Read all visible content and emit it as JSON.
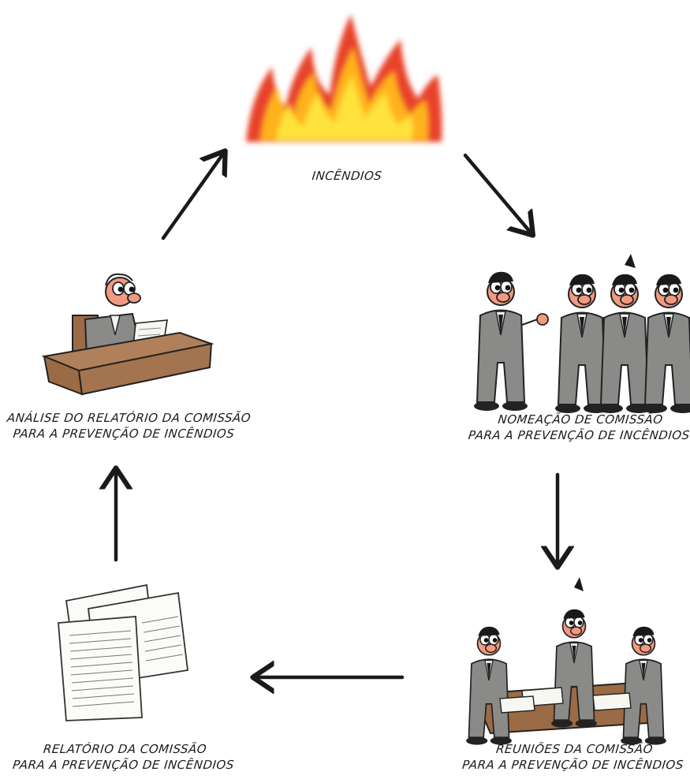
{
  "nodes": {
    "fire": {
      "label": "INCÊNDIOS",
      "icon": "fire-icon"
    },
    "appointment": {
      "line1": "NOMEAÇÃO DE COMISSÃO",
      "line2": "PARA A PREVENÇÃO DE INCÊNDIOS",
      "icon": "committee-group-icon"
    },
    "meetings": {
      "line1": "REUNIÕES DA COMISSÃO",
      "line2": "PARA A PREVENÇÃO DE INCÊNDIOS",
      "icon": "meeting-table-icon"
    },
    "report": {
      "line1": "RELATÓRIO DA COMISSÃO",
      "line2": "PARA A PREVENÇÃO DE INCÊNDIOS",
      "icon": "document-stack-icon"
    },
    "analysis": {
      "line1": "ANÁLISE DO RELATÓRIO DA COMISSÃO",
      "line2": "PARA A PREVENÇÃO DE INCÊNDIOS",
      "icon": "man-at-desk-icon"
    }
  },
  "colors": {
    "suit": "#8a8a88",
    "skin": "#f29a80",
    "desk": "#b0805a",
    "fire_outer": "#e8432a",
    "fire_inner": "#ffe23a",
    "ink": "#1a1a1a"
  }
}
